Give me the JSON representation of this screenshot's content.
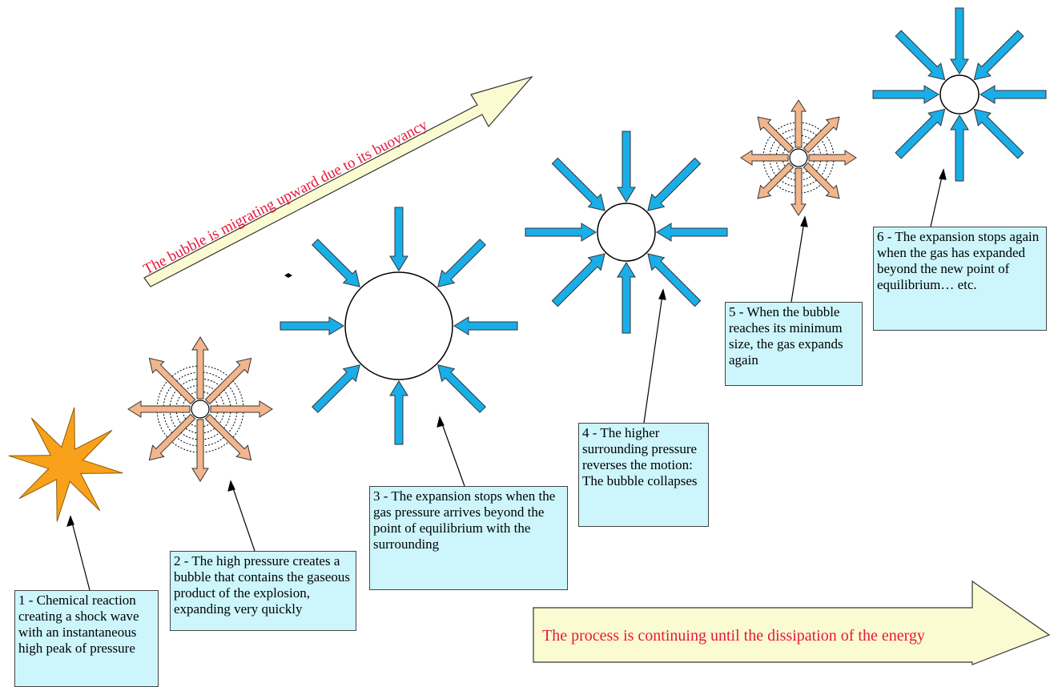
{
  "colors": {
    "inward_arrow": "#19aee8",
    "outward_arrow": "#f2b58c",
    "star": "#f9a11b",
    "banner_fill": "#fbfbd2",
    "caption_bg": "#ccf6fb",
    "banner_text": "#e8173a"
  },
  "banner_migration": "The bubble is migrating upward due to its buoyancy",
  "banner_process": "The process is continuing until the dissipation of the energy",
  "steps": [
    {
      "text": "1 - Chemical reaction creating a shock wave with an instantaneous high peak of pressure"
    },
    {
      "text": "2 - The high pressure creates a bubble that contains the gaseous product of the explosion, expanding very quickly"
    },
    {
      "text": "3 - The expansion stops when the gas pressure arrives beyond the point of equilibrium with the surrounding"
    },
    {
      "text": "4 - The higher surrounding pressure reverses the motion: The bubble collapses"
    },
    {
      "text": "5 - When the bubble reaches its minimum size, the gas expands again"
    },
    {
      "text": "6 - The expansion stops again when the gas has expanded beyond the new point of equilibrium… etc."
    }
  ]
}
